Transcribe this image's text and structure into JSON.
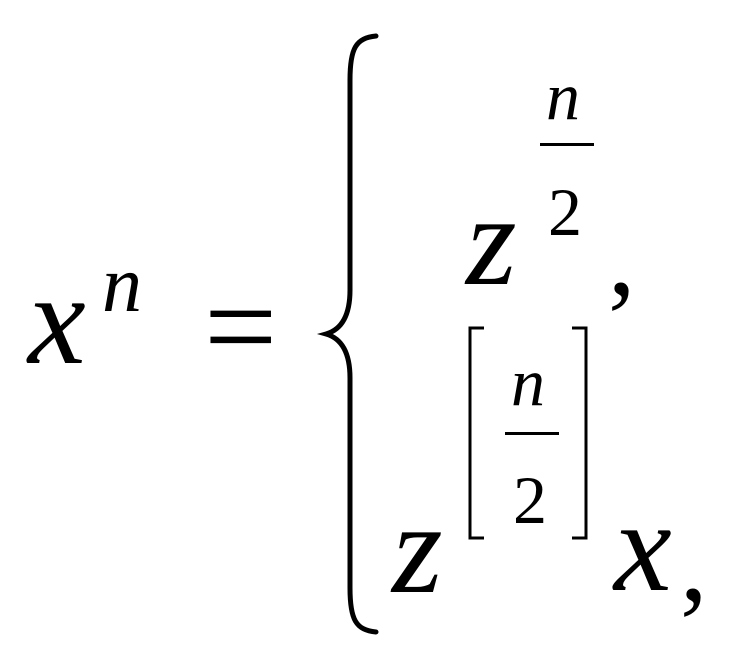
{
  "formula": {
    "lhs": {
      "base": "x",
      "exponent": "n"
    },
    "relation": "=",
    "cases": [
      {
        "base": "z",
        "exponent_numerator": "n",
        "exponent_denominator": "2",
        "separator": ","
      },
      {
        "base": "z",
        "exponent_bracket_left": "[",
        "exponent_numerator": "n",
        "exponent_denominator": "2",
        "exponent_bracket_right": "]",
        "factor": "x",
        "separator": ","
      }
    ]
  }
}
